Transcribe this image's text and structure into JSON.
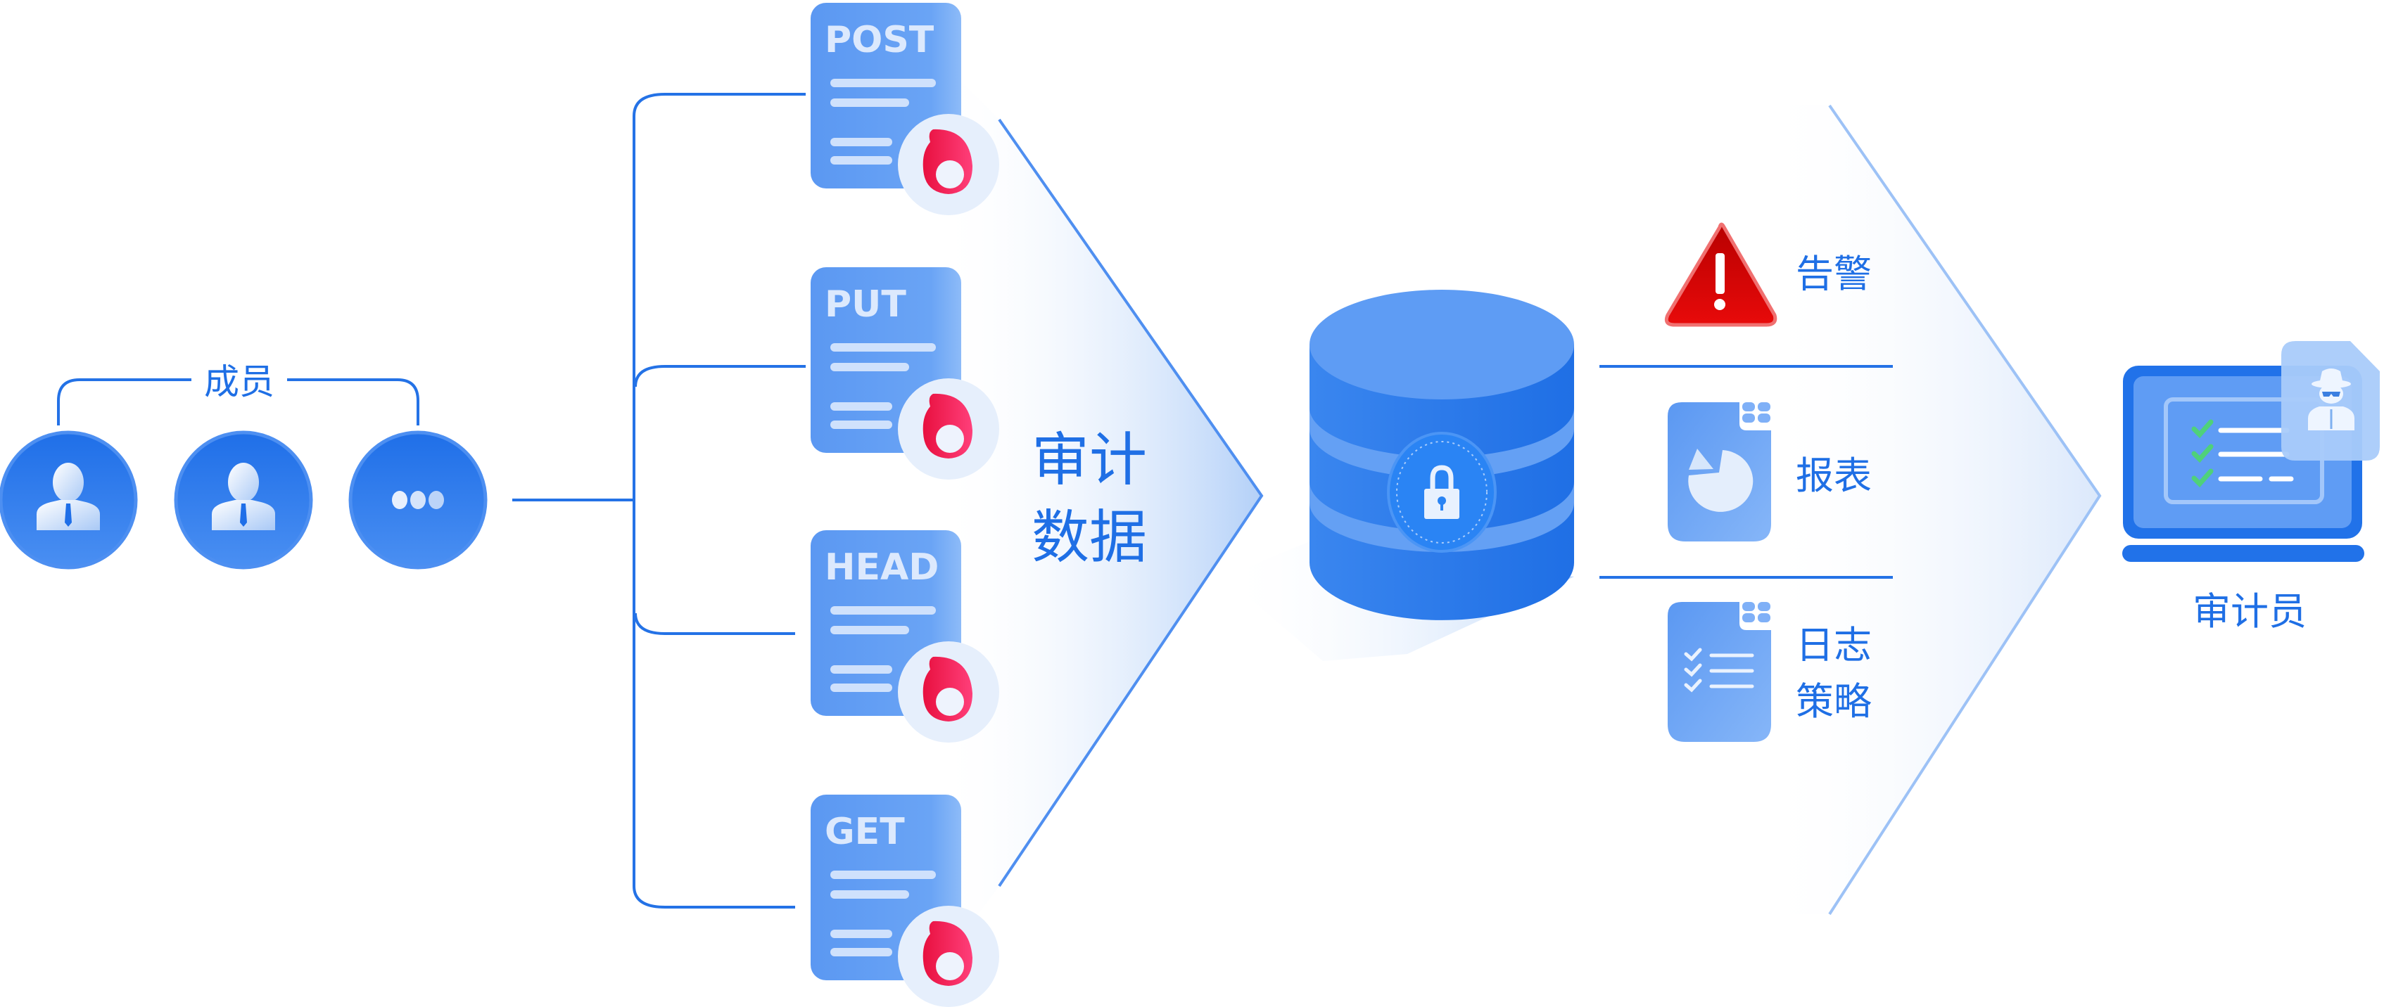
{
  "diagram": {
    "members": {
      "label": "成员",
      "items": [
        {
          "type": "user",
          "icon": "user-icon"
        },
        {
          "type": "user",
          "icon": "user-icon"
        },
        {
          "type": "more",
          "icon": "more-dots-icon"
        }
      ]
    },
    "requests": [
      {
        "method": "POST"
      },
      {
        "method": "PUT"
      },
      {
        "method": "HEAD"
      },
      {
        "method": "GET"
      }
    ],
    "audit_data": {
      "line1": "审计",
      "line2": "数据"
    },
    "database": {
      "icon": "database-lock-icon"
    },
    "outputs": [
      {
        "label": "告警",
        "icon": "warning-icon"
      },
      {
        "label": "报表",
        "icon": "report-pie-icon"
      },
      {
        "label_line1": "日志",
        "label_line2": "策略",
        "icon": "log-policy-checklist-icon"
      }
    ],
    "auditor": {
      "label": "审计员",
      "icon": "laptop-auditor-icon"
    },
    "colors": {
      "primary": "#2472e6",
      "doc_blue": "#5f9cf3",
      "alert_red": "#e00a0a",
      "badge_pink": "#f0245a",
      "check_green": "#4fd17a"
    }
  }
}
